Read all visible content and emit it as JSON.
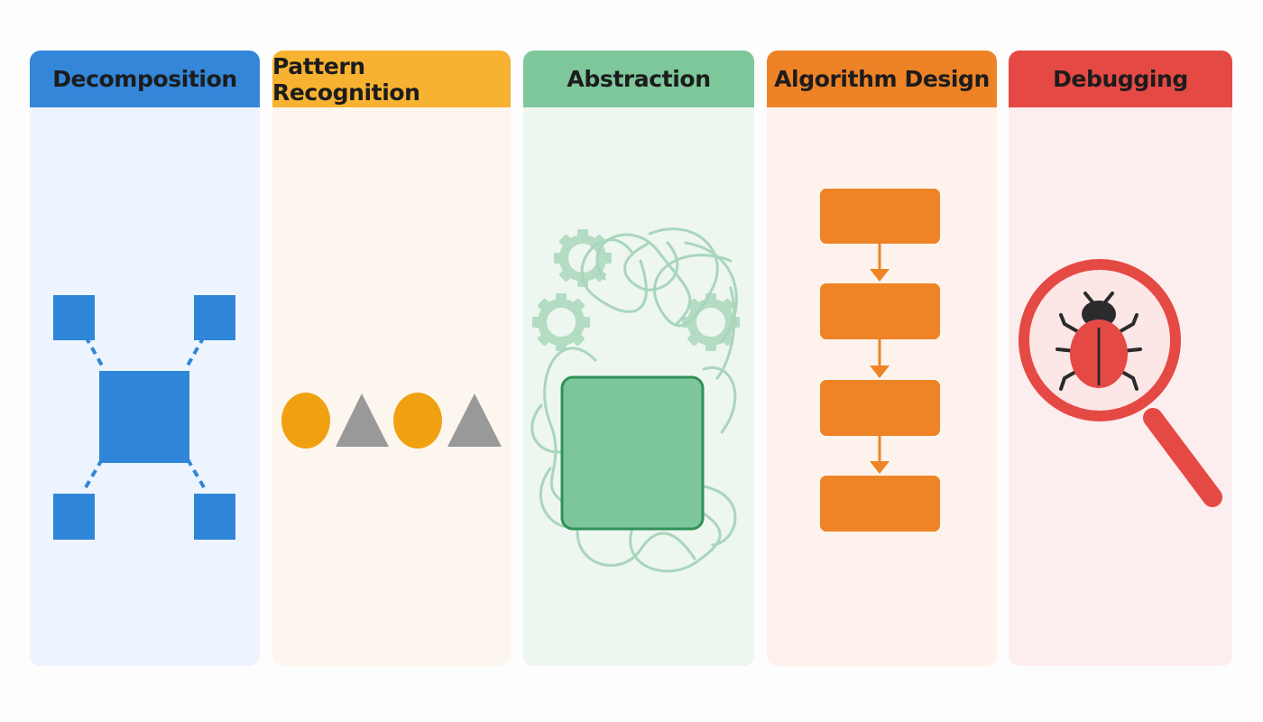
{
  "panels": [
    {
      "title": "Decomposition",
      "header_color": "#3486d8",
      "body_color": "#eef4fd",
      "illustration": "central-square-with-four-dashed-connected-squares",
      "accent": "#2f86d8"
    },
    {
      "title": "Pattern Recognition",
      "header_color": "#f7b231",
      "body_color": "#fdf6ee",
      "illustration": "alternating-circle-triangle-sequence",
      "accent": "#f0a112",
      "secondary": "#999999"
    },
    {
      "title": "Abstraction",
      "header_color": "#7ec79b",
      "body_color": "#eef6f0",
      "illustration": "rounded-square-over-tangled-lines-and-gears",
      "accent": "#7dc69b"
    },
    {
      "title": "Algorithm Design",
      "header_color": "#ee8226",
      "body_color": "#fdf3ec",
      "illustration": "four-step-flowchart-with-arrows",
      "accent": "#ee8426"
    },
    {
      "title": "Debugging",
      "header_color": "#e54944",
      "body_color": "#fceeee",
      "illustration": "magnifying-glass-over-bug",
      "accent": "#e54944"
    }
  ]
}
